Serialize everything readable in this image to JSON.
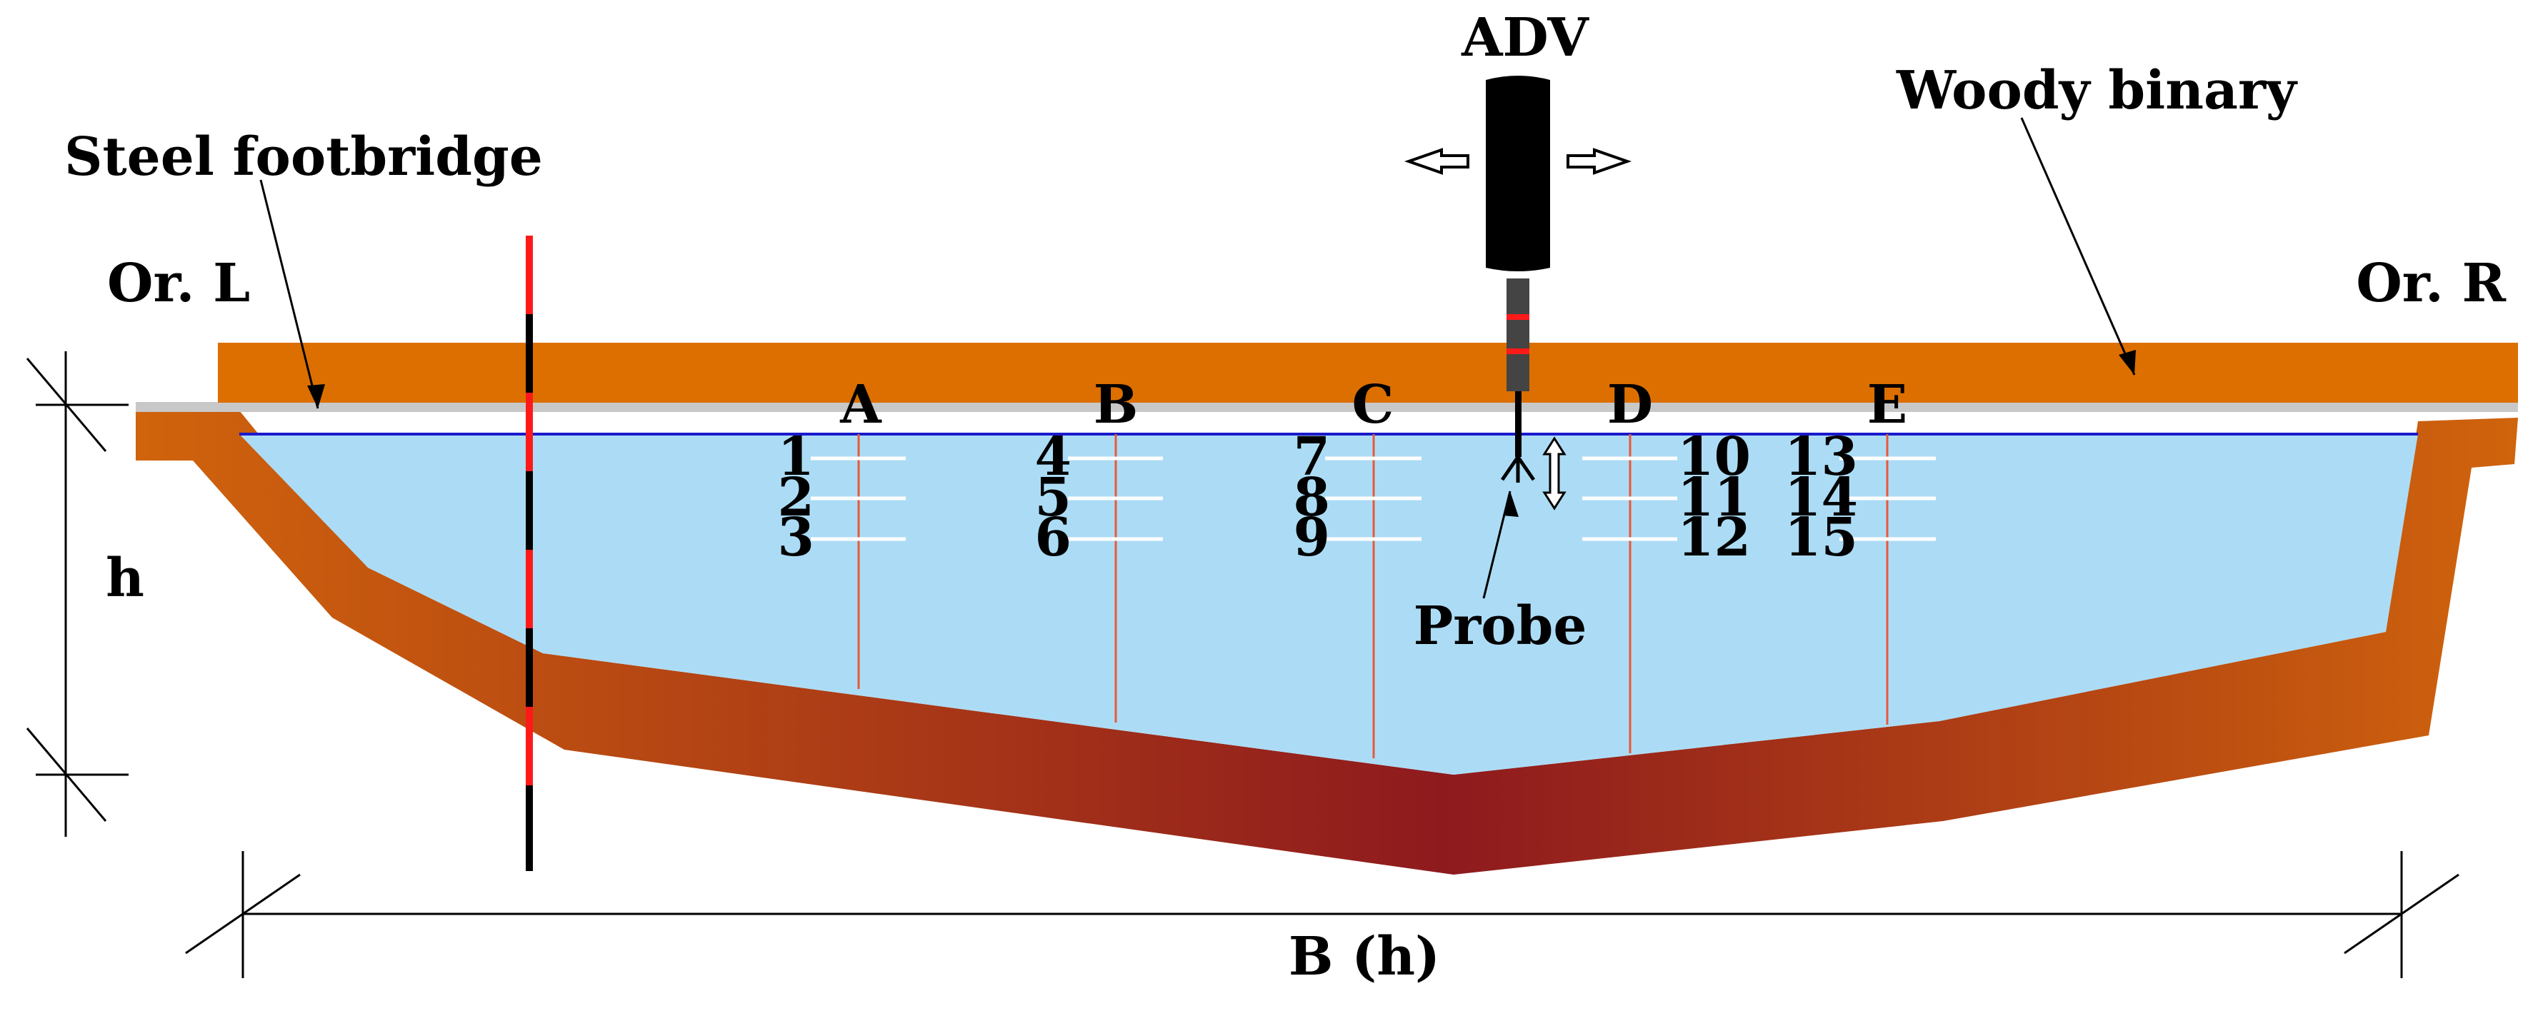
{
  "labels": {
    "adv": "ADV",
    "woody_binary": "Woody binary",
    "steel_footbridge": "Steel footbridge",
    "left_bank": "Or. L",
    "right_bank": "Or. R",
    "depth": "h",
    "width": "B (h)",
    "probe": "Probe"
  },
  "verticals": [
    {
      "name": "A",
      "points": [
        "1",
        "2",
        "3"
      ]
    },
    {
      "name": "B",
      "points": [
        "4",
        "5",
        "6"
      ]
    },
    {
      "name": "C",
      "points": [
        "7",
        "8",
        "9"
      ]
    },
    {
      "name": "D",
      "points": [
        "10",
        "11",
        "12"
      ]
    },
    {
      "name": "E",
      "points": [
        "13",
        "14",
        "15"
      ]
    }
  ],
  "colors": {
    "footbridge_beam": "#dc6f00",
    "water": "#acdcf5",
    "water_surface": "#1a1acc",
    "channel_bed_dark": "#8e1a1e",
    "channel_bed_light": "#d0640c",
    "vertical_line": "#e8583a",
    "measure_line": "#ffffff",
    "staff_red": "#ff1a1a",
    "staff_black": "#000000"
  }
}
